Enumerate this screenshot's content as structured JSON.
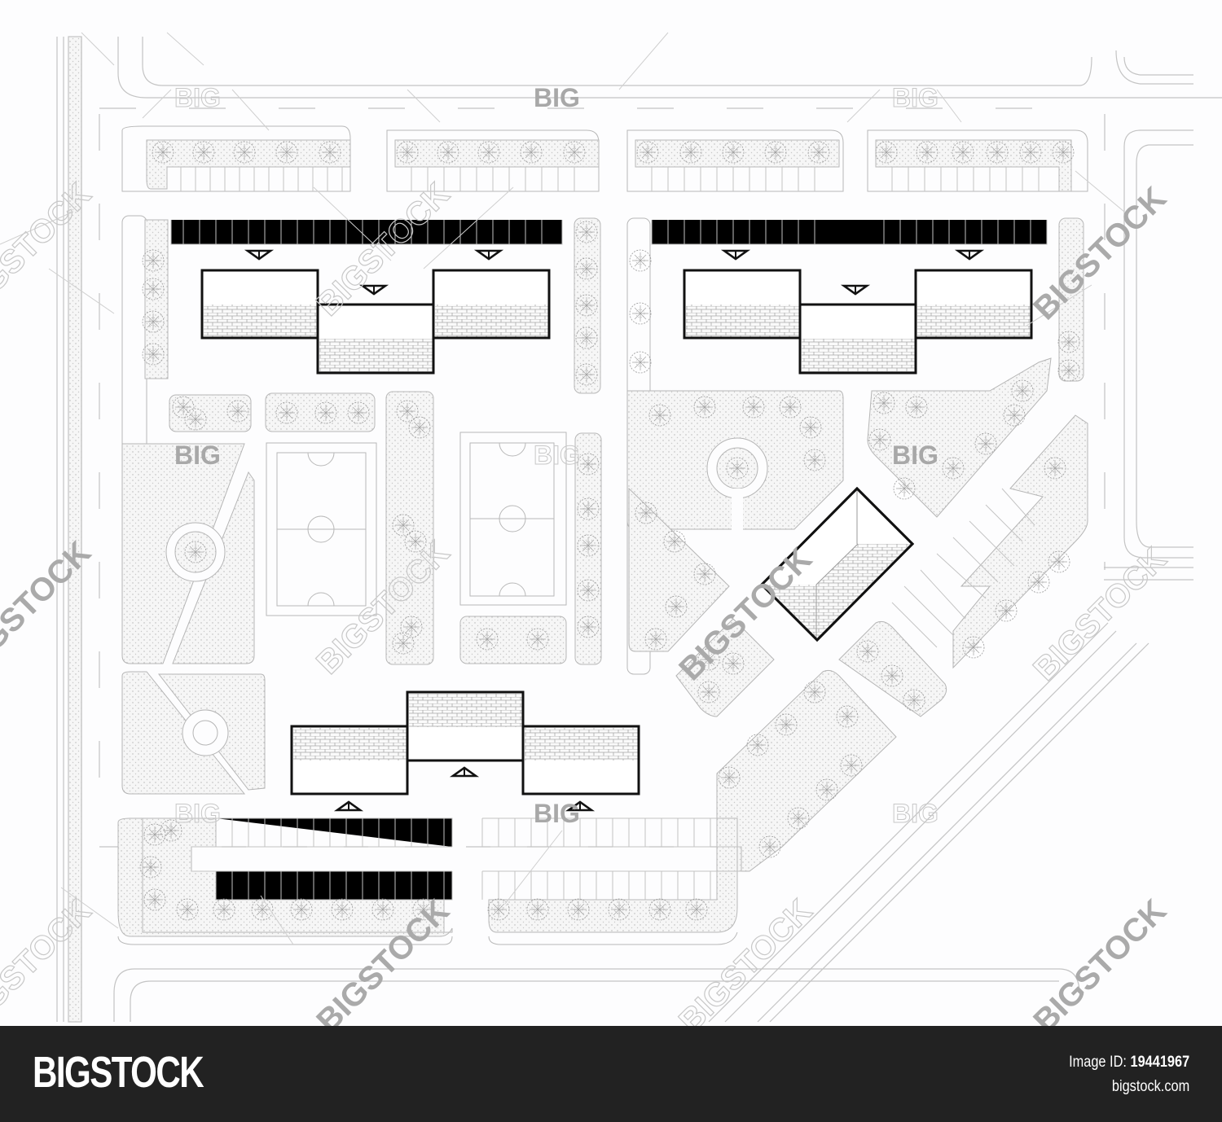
{
  "drawing": {
    "type": "residential site plan",
    "line_color": "#bdbdbd",
    "building_outline_color": "#111111",
    "paving_hatch_color": "#9a9a9a",
    "landscape_fill_color": "#eeeeee",
    "buildings": [
      {
        "id": "north-west-block",
        "segments": 3,
        "entrances": 3
      },
      {
        "id": "north-east-block",
        "segments": 3,
        "entrances": 3
      },
      {
        "id": "diagonal-block",
        "segments": 1,
        "entrances": 0
      },
      {
        "id": "south-block",
        "segments": 3,
        "entrances": 3
      }
    ],
    "sports_courts": 2,
    "roundabout_plazas": 3
  },
  "watermark": {
    "short_label": "BIG",
    "long_label": "BIGSTOCK",
    "color": "#b0b0b0"
  },
  "footer": {
    "brand": "BIGSTOCK",
    "image_id_label": "Image ID:",
    "image_id_value": "19441967",
    "site": "bigstock.com",
    "background": "#222222"
  }
}
